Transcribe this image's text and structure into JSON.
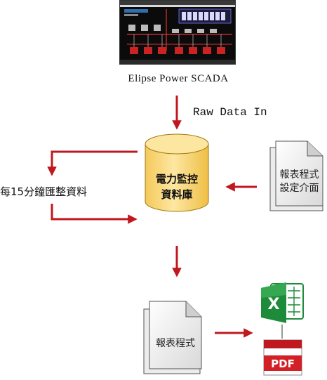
{
  "diagram": {
    "source_caption": "Elipse Power SCADA",
    "raw_data_label": "Raw Data In",
    "database": {
      "line1": "電力監控",
      "line2": "資料庫"
    },
    "aggregate_label": "每15分鐘匯整資料",
    "report_settings": {
      "line1": "報表程式",
      "line2": "設定介面"
    },
    "report_program": "報表程式",
    "outputs": {
      "excel_glyph": "X",
      "pdf_label": "PDF"
    }
  },
  "colors": {
    "arrow": "#c0181f",
    "cylinder_top": "#fde8a0",
    "cylinder_body": "#fbd974",
    "excel_green": "#1e8b3b",
    "pdf_red": "#d32027"
  }
}
